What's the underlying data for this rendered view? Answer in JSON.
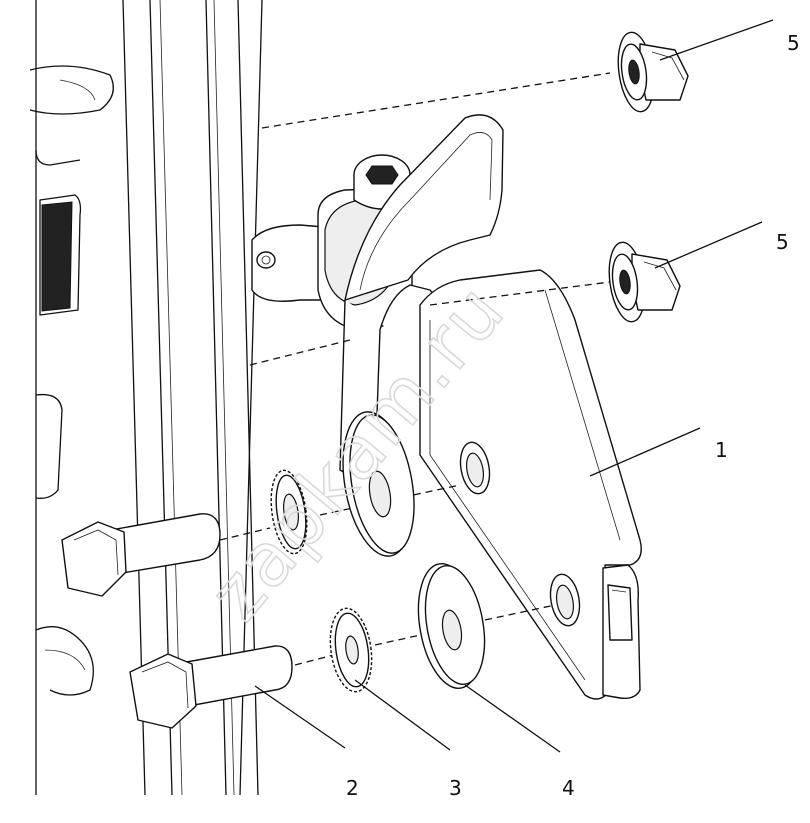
{
  "callouts": {
    "label_1": "1",
    "label_2": "2",
    "label_3": "3",
    "label_4": "4",
    "label_5_top": "5",
    "label_5_mid": "5"
  },
  "watermark": {
    "text": "zapkam.ru"
  },
  "colors": {
    "line": "#111111",
    "background": "#ffffff",
    "watermark": "#d9d9d9"
  }
}
